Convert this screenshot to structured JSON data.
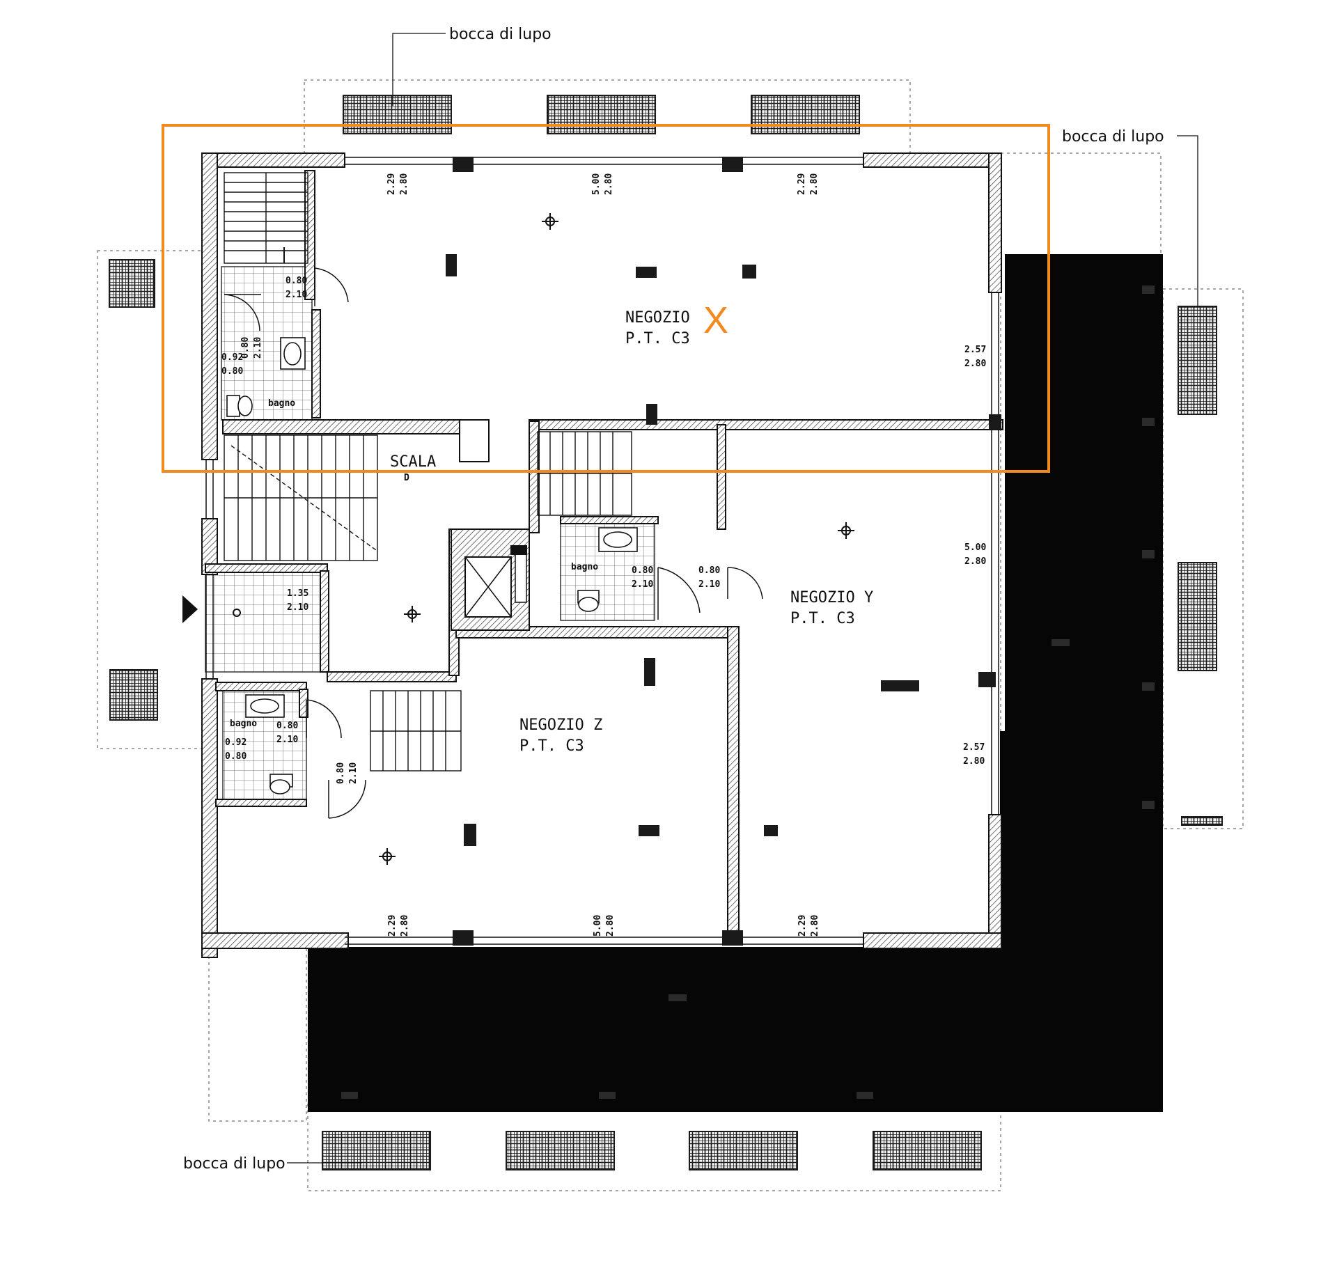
{
  "colors": {
    "highlight": "#f28a1e",
    "wall": "#222222",
    "paved_area": "#060606",
    "grating": "#1a1a1a"
  },
  "notes": {
    "bocca_top": "bocca di lupo",
    "bocca_right": "bocca di lupo",
    "bocca_bottom": "bocca di lupo"
  },
  "rooms": {
    "x": {
      "name": "NEGOZIO",
      "code": "P.T. C3",
      "marker": "X"
    },
    "y": {
      "name": "NEGOZIO Y",
      "code": "P.T. C3"
    },
    "z": {
      "name": "NEGOZIO Z",
      "code": "P.T. C3"
    },
    "stair": {
      "name": "SCALA",
      "code": "D"
    },
    "bath_x": "bagno",
    "bath_y": "bagno",
    "bath_z": "bagno"
  },
  "dimensions": {
    "top_win_1": [
      "2.29",
      "2.80"
    ],
    "top_win_2": [
      "5.00",
      "2.80"
    ],
    "top_win_3": [
      "2.29",
      "2.80"
    ],
    "x_door": [
      "0.80",
      "2.10"
    ],
    "x_bath_door": [
      "0.80",
      "2.10"
    ],
    "x_bath_small": [
      "0.92",
      "0.80"
    ],
    "x_right_win": [
      "2.57",
      "2.80"
    ],
    "y_right_win_1": [
      "5.00",
      "2.80"
    ],
    "y_right_win_2": [
      "2.57",
      "2.80"
    ],
    "y_bath_door": [
      "0.80",
      "2.10"
    ],
    "y_door": [
      "0.80",
      "2.10"
    ],
    "entry_door": [
      "1.35",
      "2.10"
    ],
    "z_bath_door": [
      "0.80",
      "2.10"
    ],
    "z_bath_small": [
      "0.92",
      "0.80"
    ],
    "z_door": [
      "0.80",
      "2.10"
    ],
    "bottom_win_1": [
      "2.29",
      "2.80"
    ],
    "bottom_win_2": [
      "5.00",
      "2.80"
    ],
    "bottom_win_3": [
      "2.29",
      "2.80"
    ]
  }
}
